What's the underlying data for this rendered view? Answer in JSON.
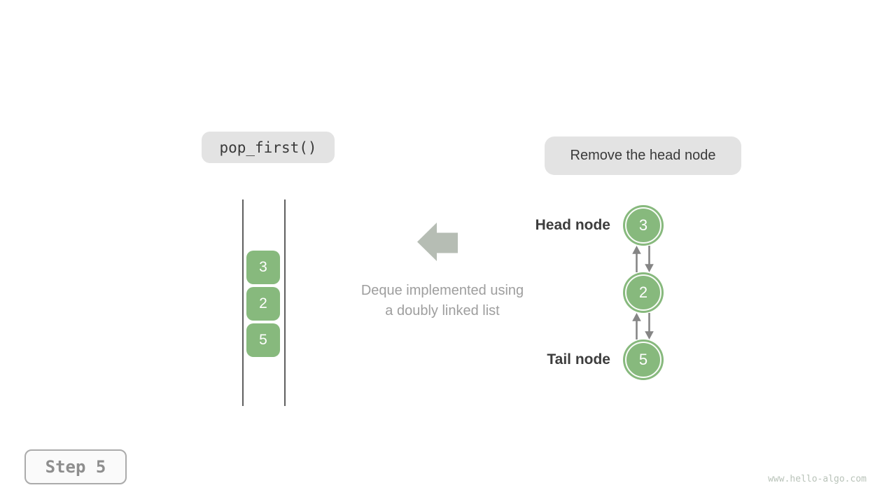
{
  "colors": {
    "green": "#87b97d",
    "label_bg": "#e3e3e3",
    "dark_text": "#3a3a3a",
    "caption_gray": "#9e9e9e",
    "link_arrow_gray": "#858585",
    "big_arrow_gray": "#b6bdb4",
    "step_text": "#8e8e8e",
    "watermark_text": "#b9c3b9"
  },
  "operation_label": "pop_first()",
  "action_label": "Remove the head node",
  "deque_list": {
    "items": [
      "3",
      "2",
      "5"
    ]
  },
  "caption": {
    "line1": "Deque implemented using",
    "line2": "a doubly linked list"
  },
  "linked_list": {
    "head_label": "Head node",
    "tail_label": "Tail node",
    "nodes": [
      "3",
      "2",
      "5"
    ]
  },
  "step_label": "Step 5",
  "watermark": "www.hello-algo.com"
}
